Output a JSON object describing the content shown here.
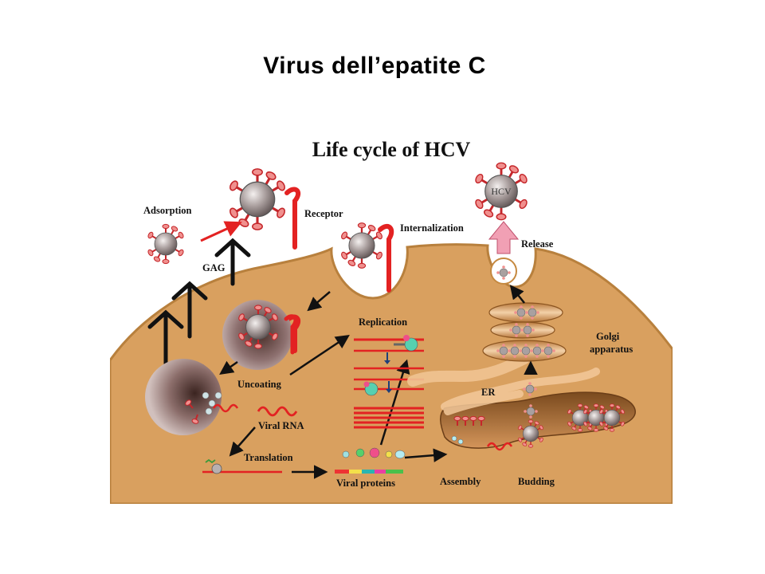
{
  "slide": {
    "title": "Virus dell’epatite C"
  },
  "figure": {
    "heading": "Life cycle of HCV",
    "labels": {
      "adsorption": "Adsorption",
      "gag": "GAG",
      "receptor": "Receptor",
      "internalization": "Internalization",
      "release": "Release",
      "replication": "Replication",
      "golgi_line1": "Golgi",
      "golgi_line2": "apparatus",
      "uncoating": "Uncoating",
      "viral_rna": "Viral RNA",
      "er": "ER",
      "translation": "Translation",
      "viral_proteins": "Viral proteins",
      "assembly": "Assembly",
      "budding": "Budding",
      "hcv_virion": "HCV"
    },
    "colors": {
      "cytoplasm": "#d9a05f",
      "membrane": "#c58940",
      "receptor": "#e32222",
      "virion": "#9e9393",
      "arrow": "#111111",
      "release_arrow": "#f1a0b4"
    }
  }
}
